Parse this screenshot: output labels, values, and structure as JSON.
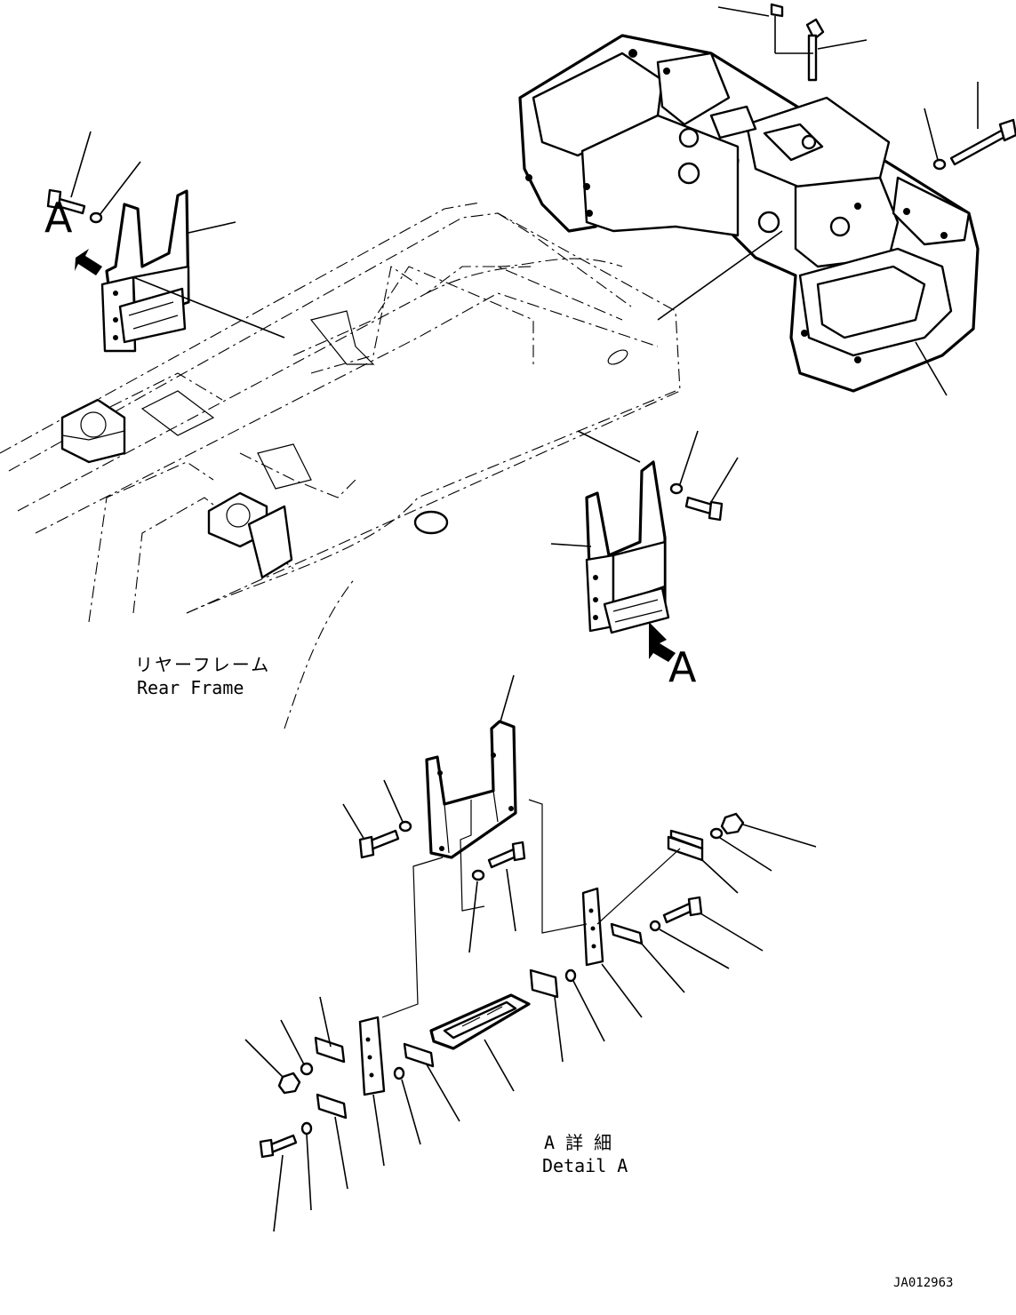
{
  "labels": {
    "rear_frame_jp": "リヤーフレーム",
    "rear_frame_en": "Rear Frame",
    "detail_jp": "A 詳 細",
    "detail_en": "Detail A",
    "view_marker": "A",
    "drawing_code": "JA012963"
  }
}
